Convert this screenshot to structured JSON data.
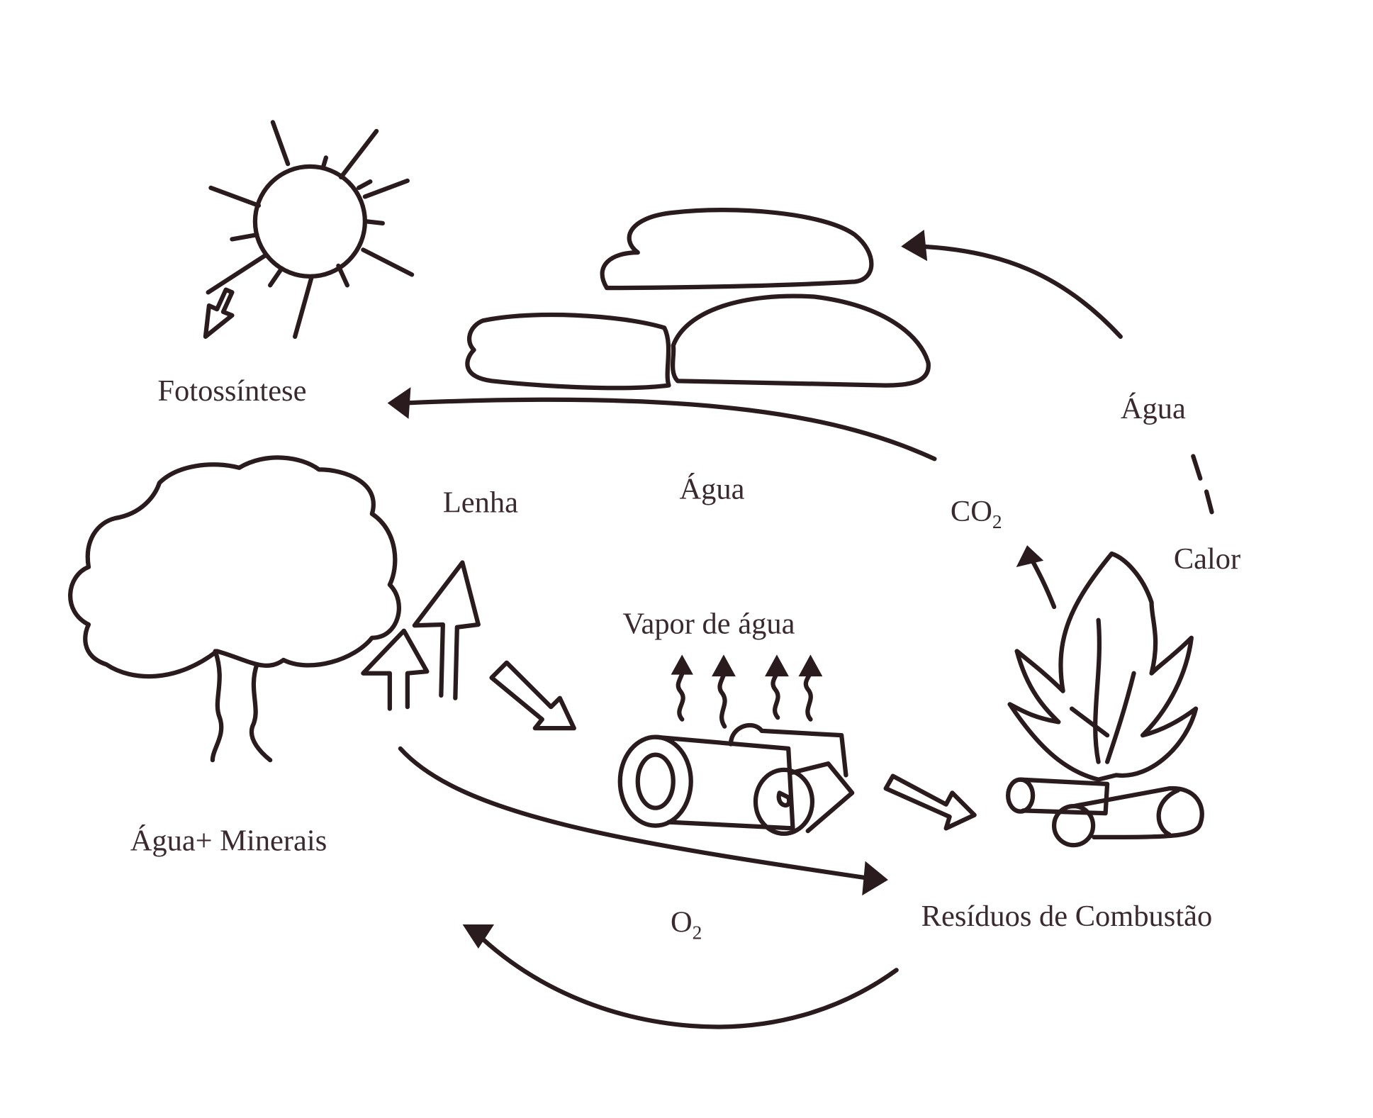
{
  "labels": {
    "photosynthesis": "Fotossíntese",
    "firewood": "Lenha",
    "water_center": "Água",
    "co2": {
      "base": "CO",
      "sub": "2"
    },
    "water_right": "Água",
    "heat": "Calor",
    "water_vapor": "Vapor de água",
    "water_minerals": "Água+ Minerais",
    "o2": {
      "base": "O",
      "sub": "2"
    },
    "combustion_residues": "Resíduos de Combustão"
  },
  "colors": {
    "ink": "#2a1c1e",
    "text": "#3a2a30",
    "background": "#ffffff"
  }
}
